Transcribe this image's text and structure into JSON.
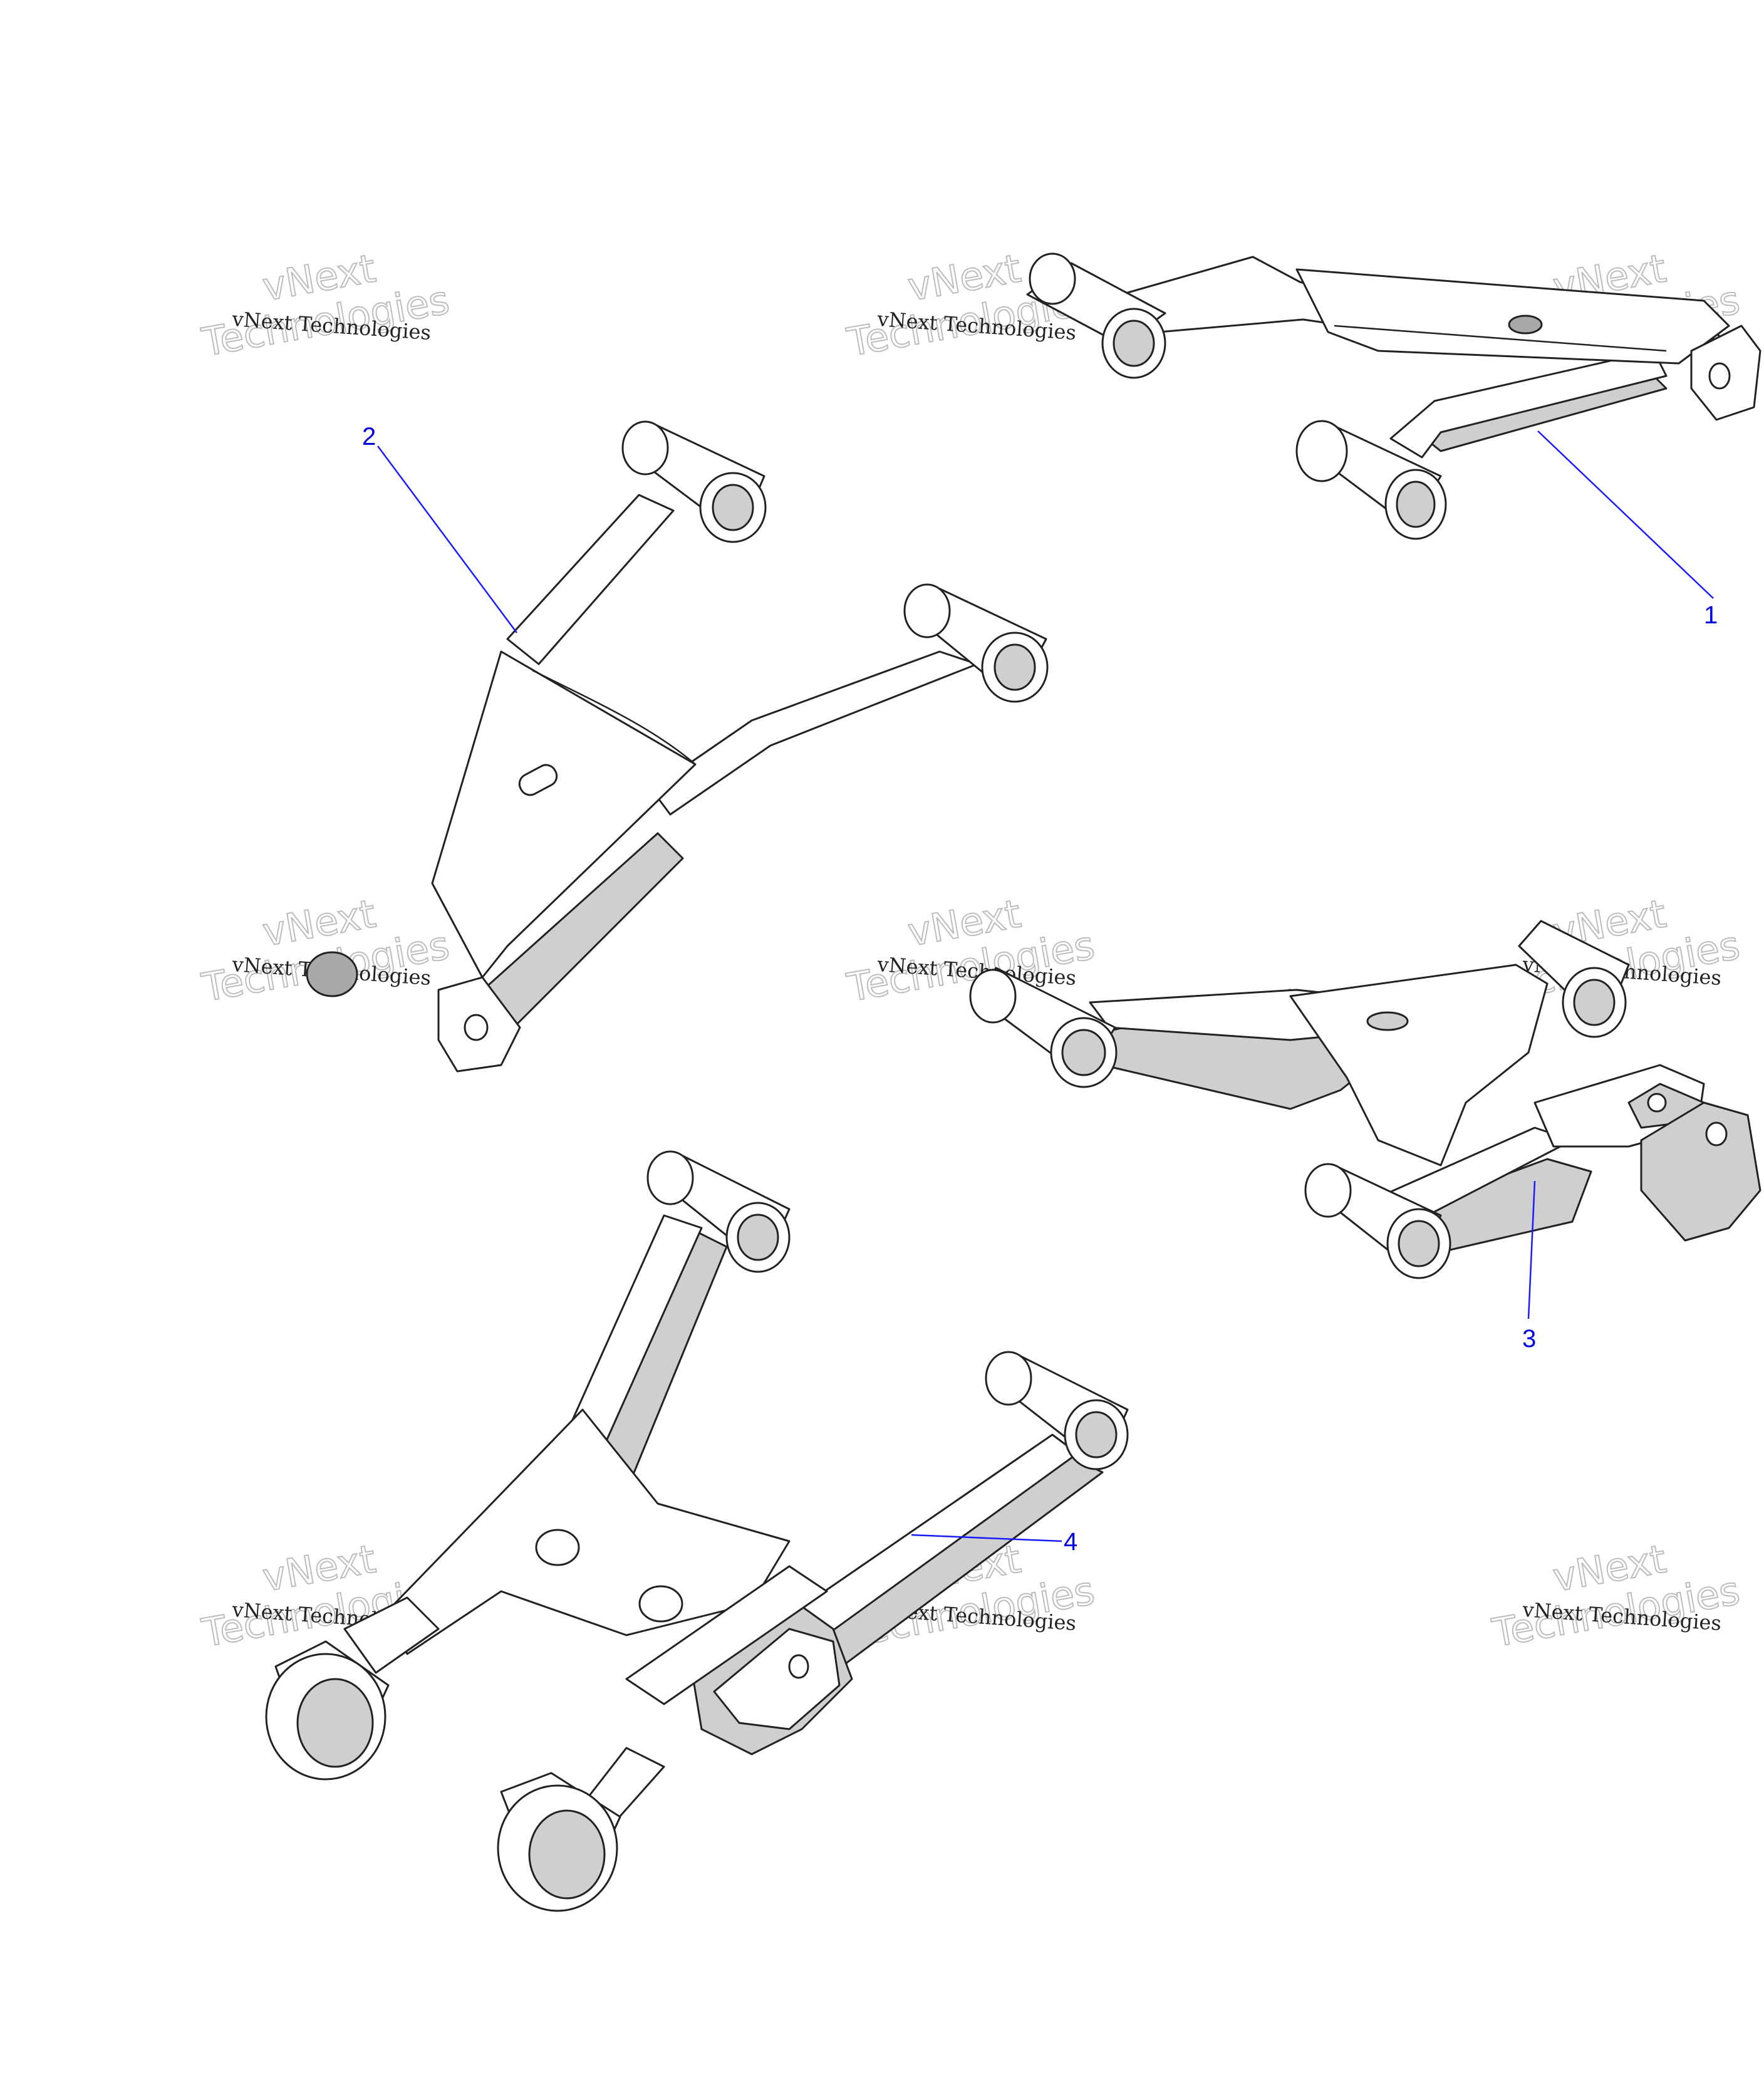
{
  "callouts": [
    {
      "id": "1",
      "label": "1"
    },
    {
      "id": "2",
      "label": "2"
    },
    {
      "id": "3",
      "label": "3"
    },
    {
      "id": "4",
      "label": "4"
    }
  ],
  "watermark": {
    "line_small": "vNext Technologies",
    "line_big_1": "vNext",
    "line_big_2": "Technologies"
  },
  "colors": {
    "callout": "#0000e0",
    "leader": "#1a1aff",
    "part_fill": "#ffffff",
    "part_shade": "#cfcfcf",
    "outline": "#222222",
    "watermark_outline": "#bdbdbd"
  }
}
